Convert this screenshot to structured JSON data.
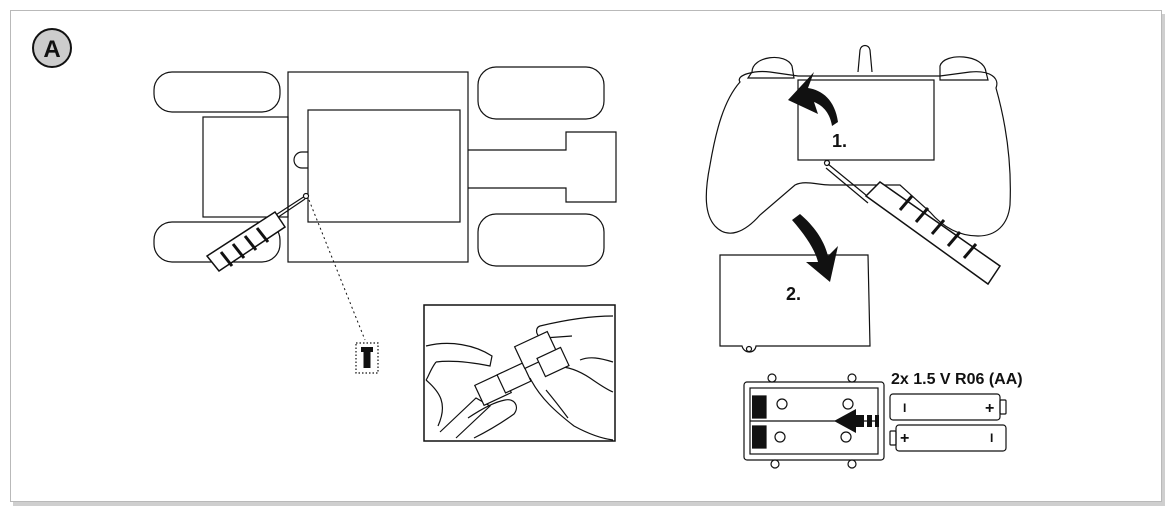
{
  "panel_letter": "A",
  "steps": {
    "step1": "1.",
    "step2": "2."
  },
  "battery_spec": "2x 1.5 V R06 (AA)",
  "battery_marks": {
    "plus": "+",
    "minus": "I"
  },
  "icons": [
    "screwdriver-icon",
    "screw-icon",
    "arrow-icon"
  ],
  "colors": {
    "line": "#111111",
    "frame": "#b9b9b9",
    "badge": "#cccccc"
  }
}
